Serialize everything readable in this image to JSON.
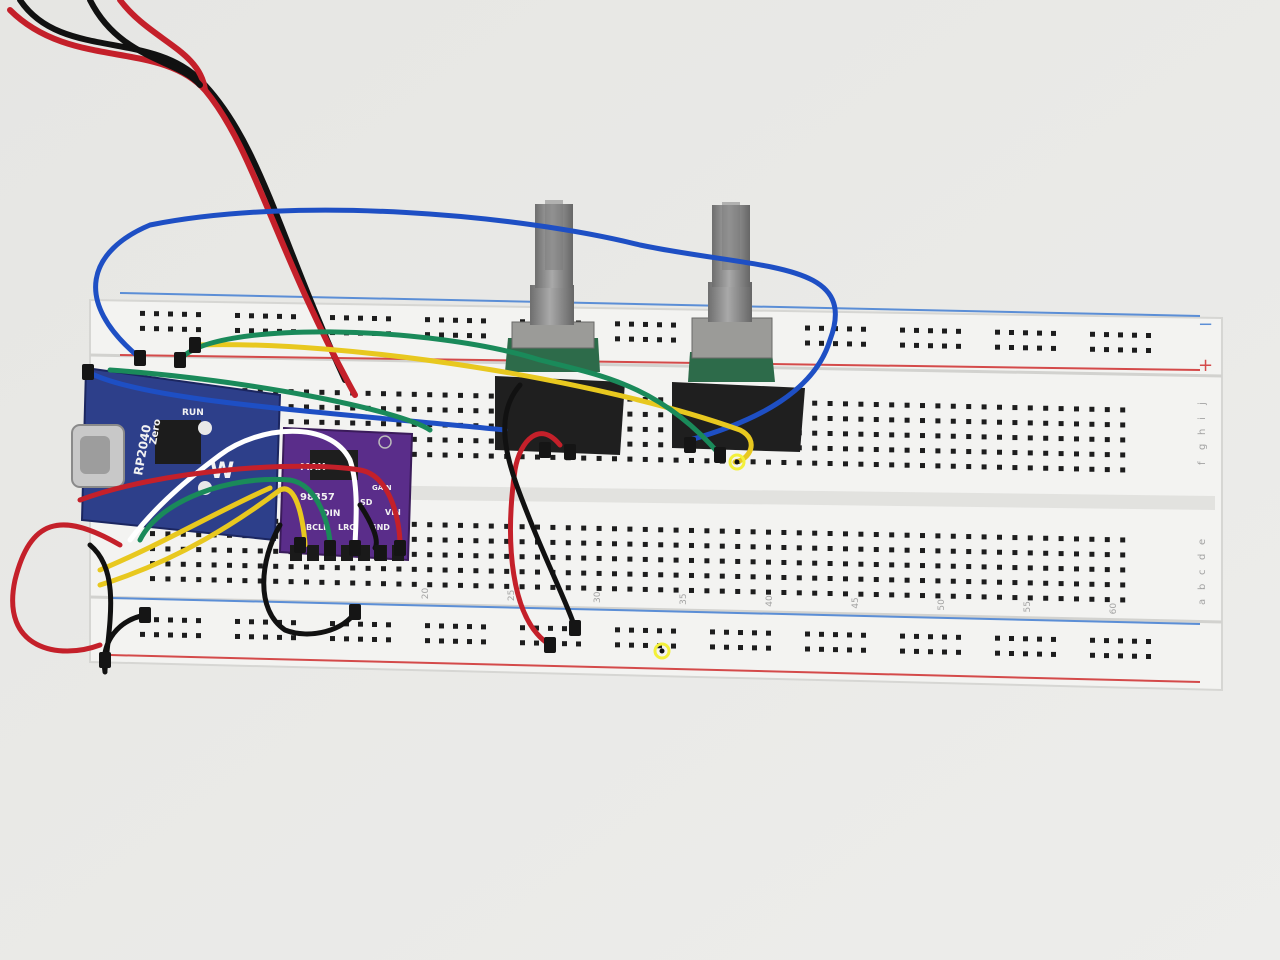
{
  "scene": {
    "background": "#e9e9e6",
    "board_color": "#f4f4f2",
    "rail_red": "#d44a4a",
    "rail_blue": "#5b8ed6",
    "highlight": "#f3f03a"
  },
  "breadboard": {
    "column_labels": [
      "20",
      "25",
      "30",
      "35",
      "40",
      "45",
      "50",
      "55",
      "60"
    ],
    "row_letters_top": [
      "j",
      "i",
      "h",
      "g",
      "f"
    ],
    "row_letters_bottom": [
      "e",
      "d",
      "c",
      "b",
      "a"
    ]
  },
  "mcu": {
    "text": [
      "RP2040",
      "Zero",
      "W",
      "RUN"
    ],
    "board_color": "#2d3f8a"
  },
  "amp": {
    "text": [
      "MAX",
      "98357",
      "DIN",
      "BCLK",
      "LRC",
      "GND",
      "VIN",
      "SD",
      "GAIN"
    ],
    "board_color": "#5a2d8a"
  },
  "knobs": {
    "count": 2,
    "shaft_color": "#8c8c8c",
    "pcb_color": "#2d6b4a"
  },
  "wires": {
    "colors": [
      "#1e4fc4",
      "#e8c81f",
      "#1a8a5a",
      "#ffffff",
      "#c4202a",
      "#111111"
    ]
  }
}
